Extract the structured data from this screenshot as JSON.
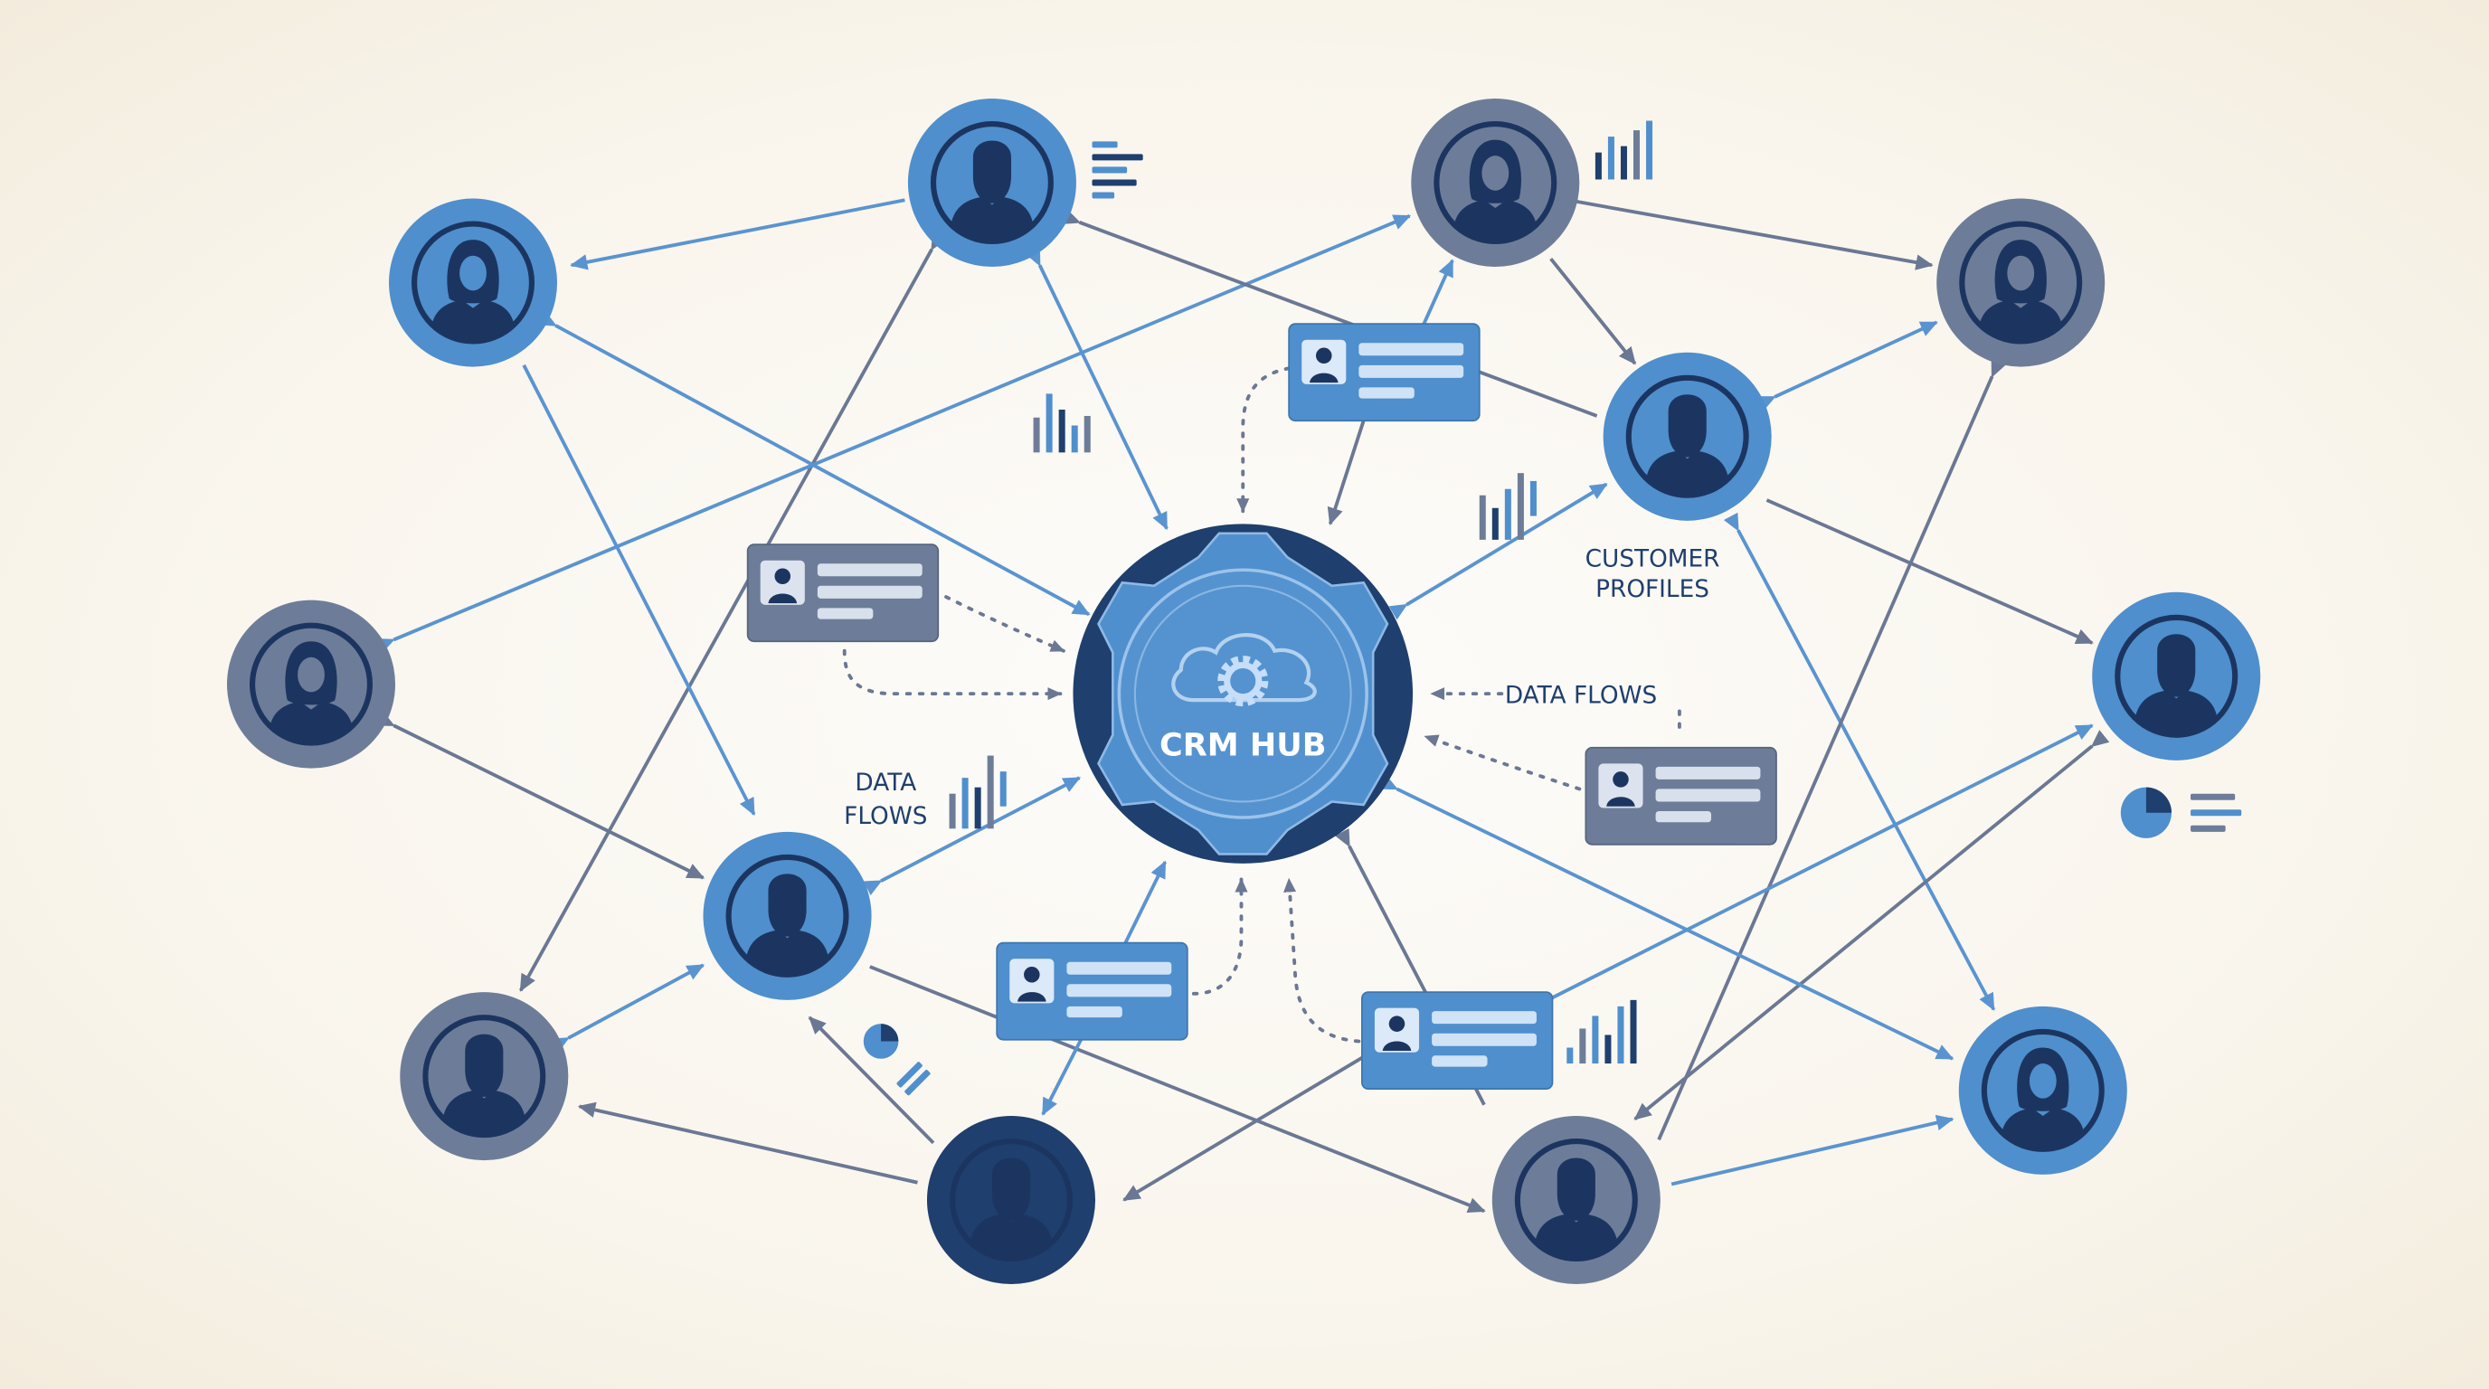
{
  "hub": {
    "label": "CRM HUB"
  },
  "labels": {
    "customer_profiles_line1": "CUSTOMER",
    "customer_profiles_line2": "PROFILES",
    "data_flows_right": "DATA FLOWS",
    "data_flows_left_line1": "DATA",
    "data_flows_left_line2": "FLOWS"
  },
  "colors": {
    "light_blue": "#4f8fcd",
    "slate": "#6d7d99",
    "navy": "#1f3f6e",
    "arrow_slate": "#6a7894",
    "arrow_blue": "#5a94d0",
    "background": "#faf6ee"
  },
  "customers": [
    {
      "id": "top-man-blue",
      "type": "man",
      "tone": "blue"
    },
    {
      "id": "top-woman-slate",
      "type": "woman",
      "tone": "slate"
    },
    {
      "id": "upper-left-woman-blue",
      "type": "woman",
      "tone": "blue"
    },
    {
      "id": "upper-right-woman-slate",
      "type": "woman",
      "tone": "slate"
    },
    {
      "id": "right-man-blue",
      "type": "man",
      "tone": "blue"
    },
    {
      "id": "far-right-man-blue",
      "type": "man",
      "tone": "blue"
    },
    {
      "id": "left-woman-slate",
      "type": "woman",
      "tone": "slate"
    },
    {
      "id": "mid-left-man-blue",
      "type": "man",
      "tone": "blue"
    },
    {
      "id": "lower-left-man-slate",
      "type": "man",
      "tone": "slate"
    },
    {
      "id": "bottom-man-navy",
      "type": "man",
      "tone": "navy"
    },
    {
      "id": "bottom-right-man-slate",
      "type": "man",
      "tone": "slate"
    },
    {
      "id": "lower-right-woman-blue",
      "type": "woman",
      "tone": "blue"
    }
  ],
  "profile_cards": [
    {
      "id": "card-top",
      "tone": "blue"
    },
    {
      "id": "card-left",
      "tone": "slate"
    },
    {
      "id": "card-right",
      "tone": "slate"
    },
    {
      "id": "card-bottom-left",
      "tone": "blue"
    },
    {
      "id": "card-bottom-right",
      "tone": "blue"
    }
  ],
  "mini_charts": [
    {
      "id": "hbars-top",
      "kind": "horizontal-bars"
    },
    {
      "id": "bars-top-right",
      "kind": "bar-chart"
    },
    {
      "id": "bars-upper-left",
      "kind": "bar-chart"
    },
    {
      "id": "bars-right",
      "kind": "bar-chart"
    },
    {
      "id": "bars-data-flows",
      "kind": "bar-chart"
    },
    {
      "id": "bars-bottom-right",
      "kind": "bar-chart"
    },
    {
      "id": "pie-far-right",
      "kind": "pie-with-lines"
    },
    {
      "id": "pie-bottom-left",
      "kind": "pie-with-lines"
    }
  ]
}
